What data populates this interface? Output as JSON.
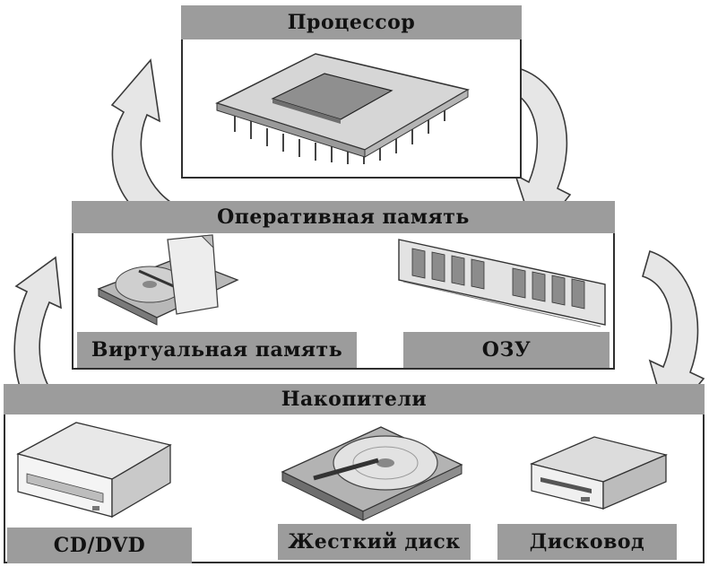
{
  "processor": {
    "title": "Процессор",
    "icon": "cpu-chip-icon"
  },
  "memory": {
    "title": "Оперативная память",
    "virtual_label": "Виртуальная память",
    "ram_label": "ОЗУ",
    "virtual_icon": "hdd-with-page-icon",
    "ram_icon": "ram-module-icon"
  },
  "storage": {
    "title": "Накопители",
    "cd_label": "CD/DVD",
    "hdd_label": "Жесткий диск",
    "floppy_label": "Дисковод",
    "cd_icon": "optical-drive-icon",
    "hdd_icon": "hard-disk-icon",
    "floppy_icon": "floppy-drive-icon"
  },
  "colors": {
    "band": "#9c9c9c",
    "border": "#2f2f2f",
    "arrow_fill": "#e6e6e6",
    "arrow_stroke": "#3a3a3a"
  }
}
